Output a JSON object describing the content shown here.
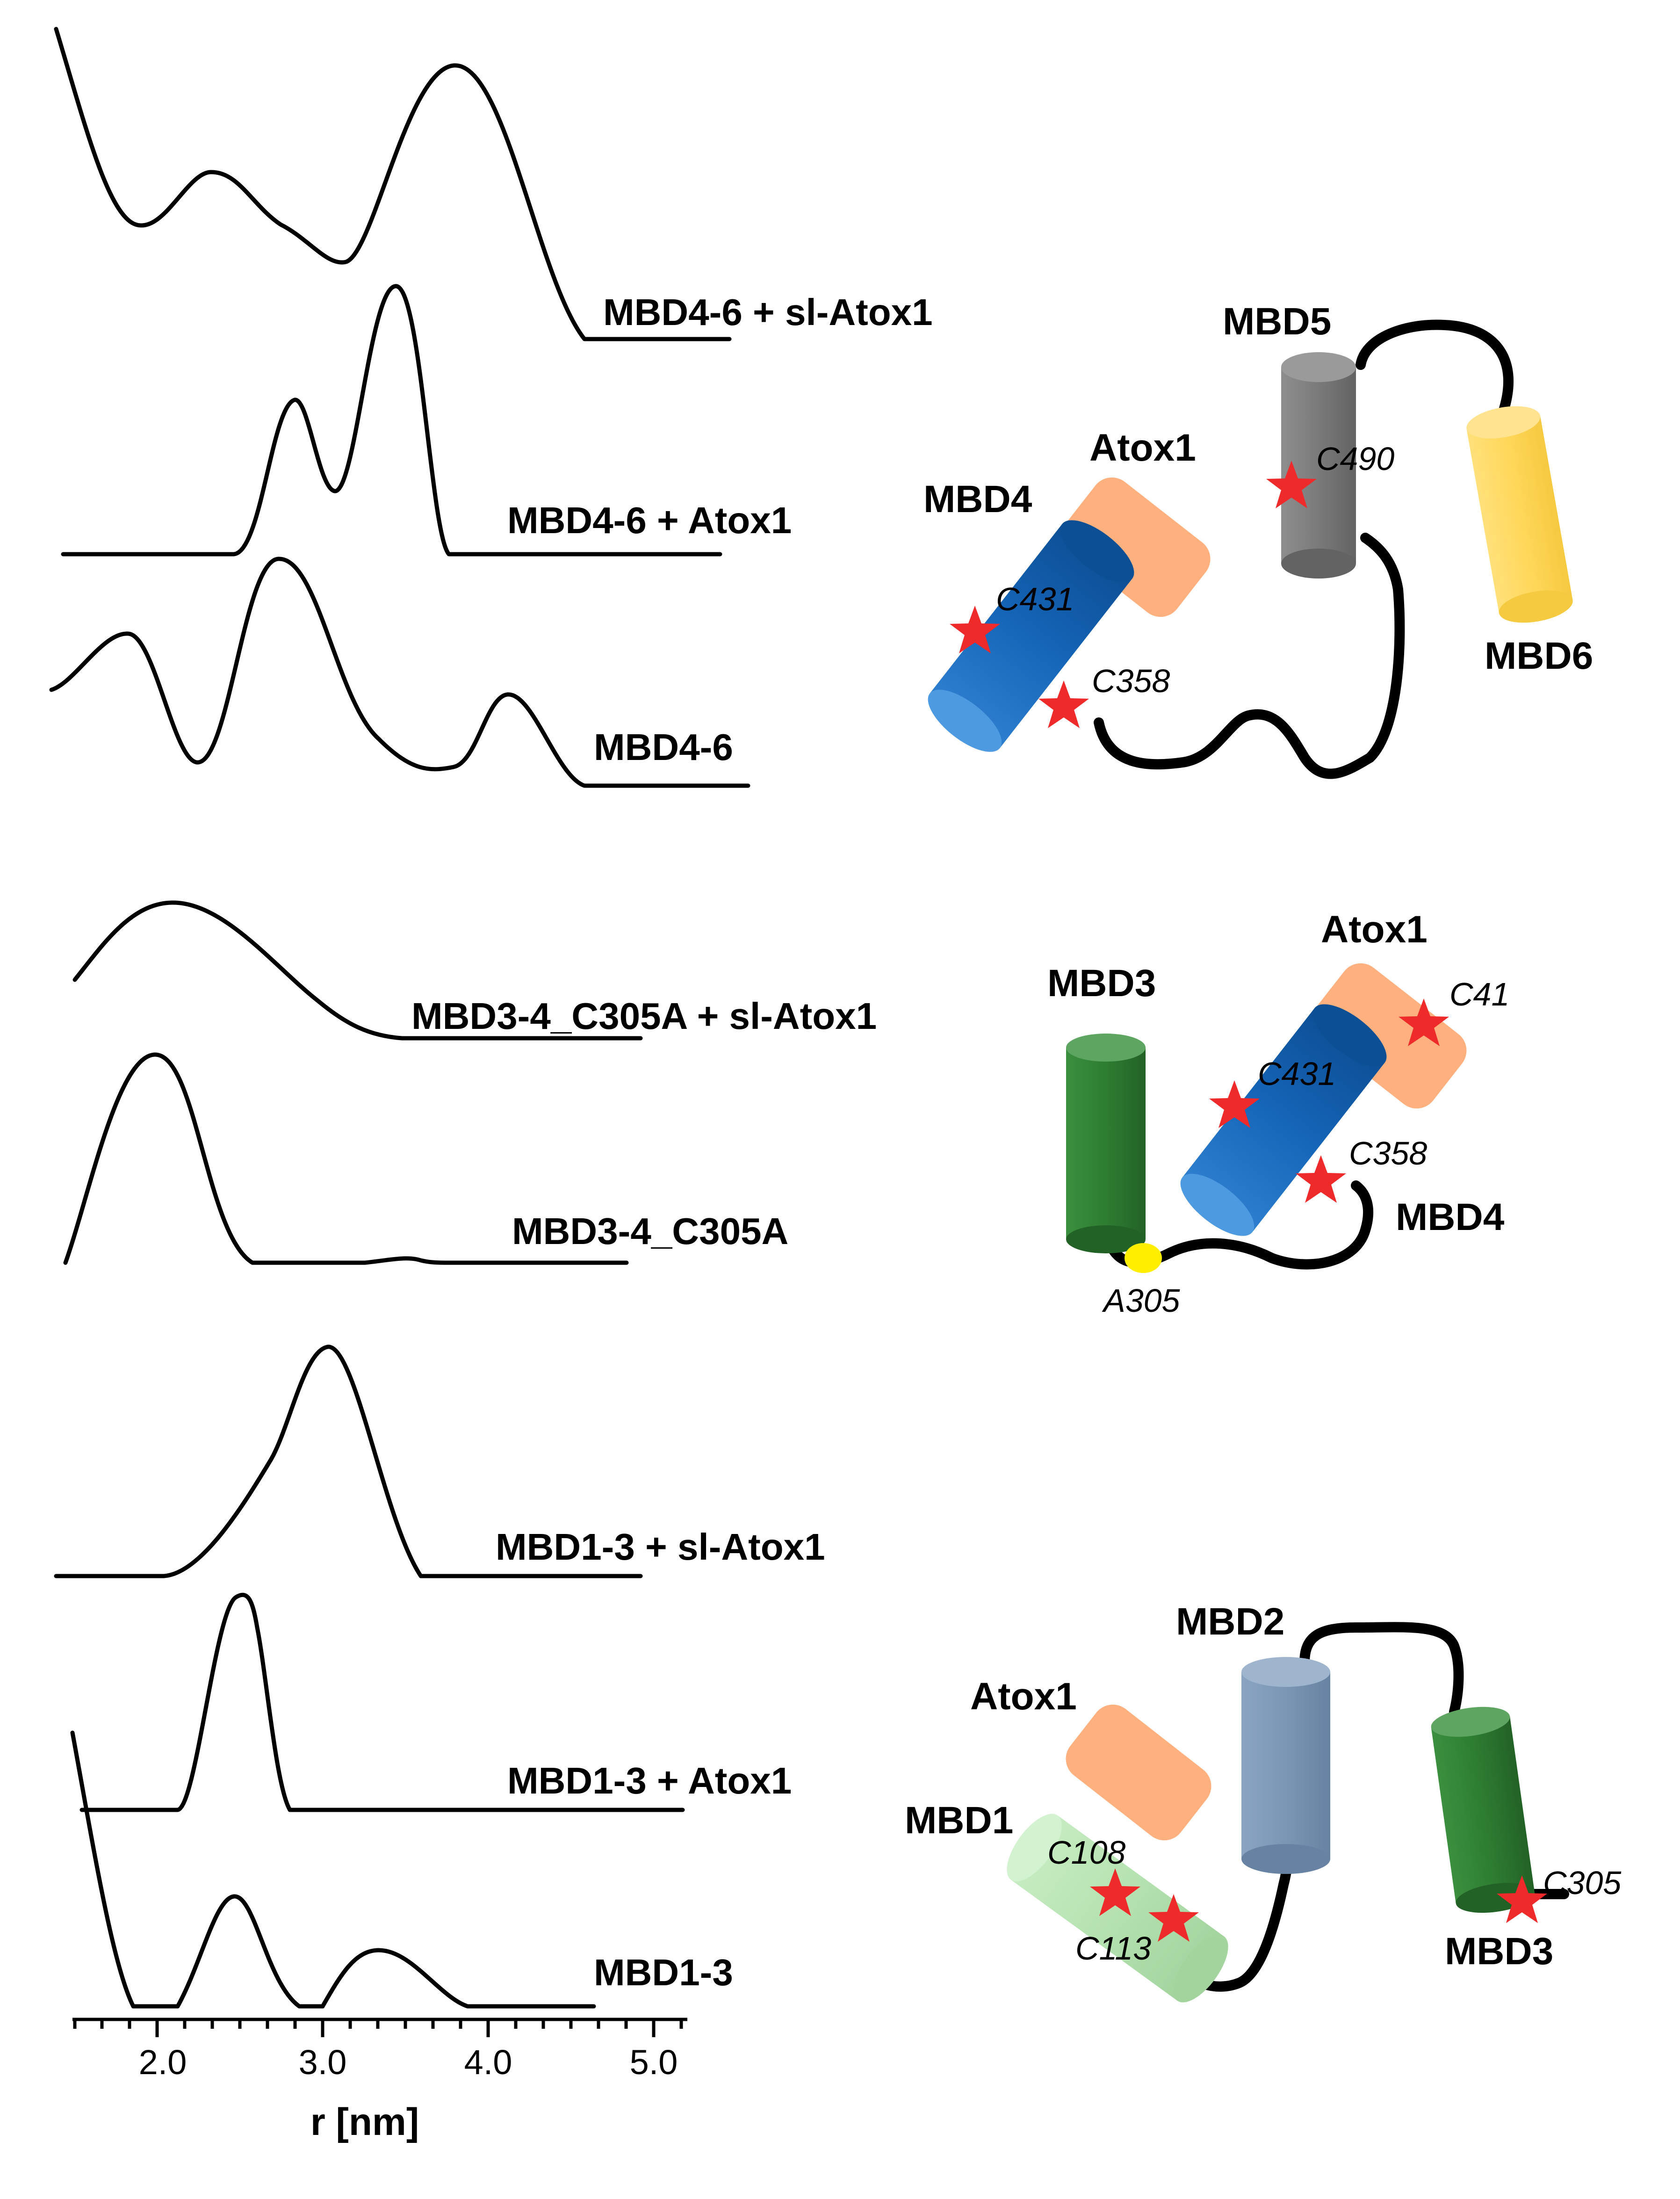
{
  "traces": [
    {
      "label": "MBD4-6 + sl-Atox1"
    },
    {
      "label": "MBD4-6 + Atox1"
    },
    {
      "label": "MBD4-6"
    },
    {
      "label": "MBD3-4_C305A + sl-Atox1"
    },
    {
      "label": "MBD3-4_C305A"
    },
    {
      "label": "MBD1-3 + sl-Atox1"
    },
    {
      "label": "MBD1-3 + Atox1"
    },
    {
      "label": "MBD1-3"
    }
  ],
  "axis": {
    "xlabel": "r [nm]",
    "ticks": [
      "2.0",
      "3.0",
      "4.0",
      "5.0"
    ]
  },
  "diagram_top": {
    "mbd4": "MBD4",
    "mbd5": "MBD5",
    "mbd6": "MBD6",
    "atox1": "Atox1",
    "c431": "C431",
    "c358": "C358",
    "c490": "C490",
    "colors": {
      "mbd4": "#1565b8",
      "mbd5": "#7a7a7a",
      "mbd6": "#ffd75a",
      "atox1": "#ffb07f"
    }
  },
  "diagram_mid": {
    "mbd3": "MBD3",
    "mbd4": "MBD4",
    "atox1": "Atox1",
    "c41": "C41",
    "c431": "C431",
    "c358": "C358",
    "a305": "A305",
    "colors": {
      "mbd3": "#2e7d32",
      "mbd4": "#1565b8",
      "atox1": "#ffb07f",
      "a305": "#ffee00"
    }
  },
  "diagram_bottom": {
    "mbd1": "MBD1",
    "mbd2": "MBD2",
    "mbd3": "MBD3",
    "atox1": "Atox1",
    "c108": "C108",
    "c113": "C113",
    "c305": "C305",
    "colors": {
      "mbd1": "#b5e2b0",
      "mbd2": "#7b96b5",
      "mbd3": "#2e7d32",
      "atox1": "#ffb07f"
    }
  },
  "star_color": "#ee2a2a"
}
